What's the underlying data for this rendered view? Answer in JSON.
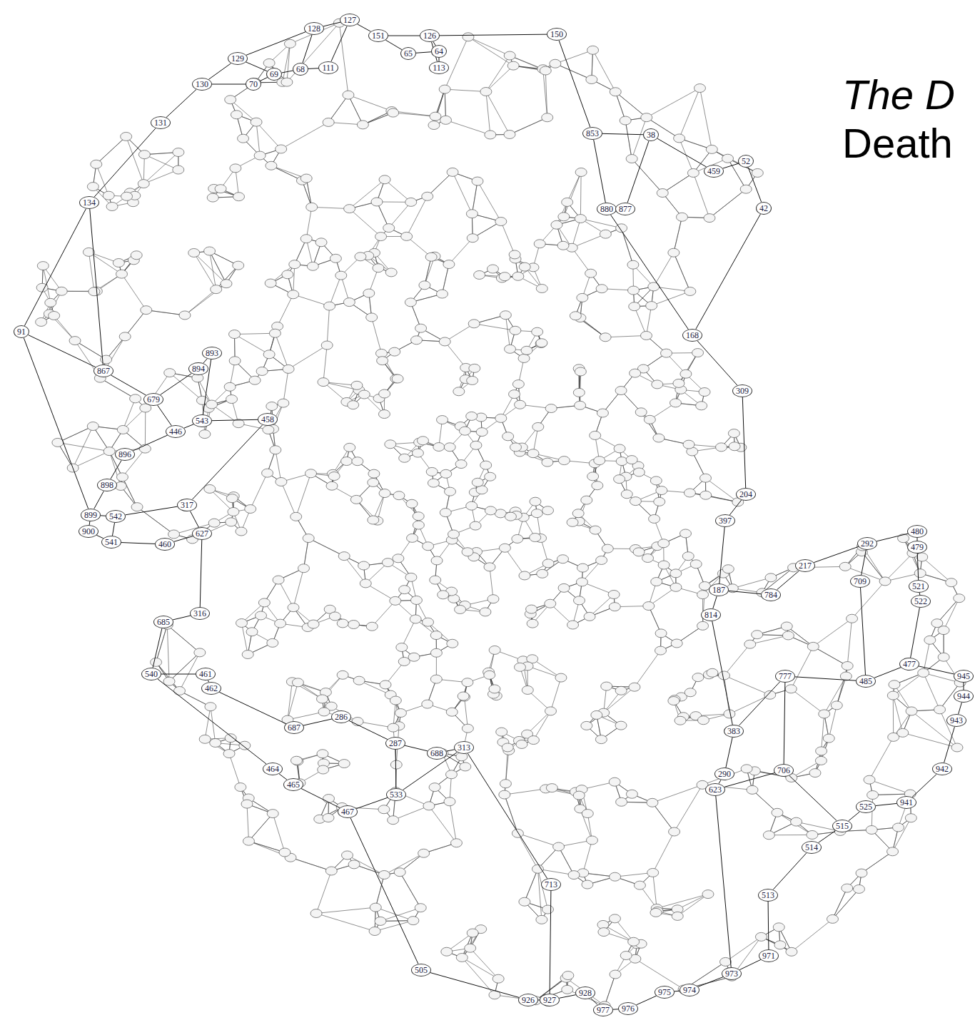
{
  "diagram": {
    "nodes": [
      {
        "text": [
          "127"
        ]
      },
      {
        "text": [
          "128"
        ]
      },
      {
        "text": [
          "151"
        ]
      },
      {
        "text": [
          "126"
        ]
      },
      {
        "text": [
          "150"
        ]
      },
      {
        "text": [
          "129"
        ]
      },
      {
        "text": [
          "69"
        ]
      },
      {
        "text": [
          "68"
        ]
      },
      {
        "text": [
          "111"
        ]
      },
      {
        "text": [
          "65"
        ]
      },
      {
        "text": [
          "64"
        ]
      },
      {
        "text": [
          "113"
        ]
      },
      {
        "text": [
          "130"
        ]
      },
      {
        "text": [
          "70"
        ]
      },
      {
        "text": [
          "131"
        ]
      },
      {
        "text": [
          "134"
        ]
      },
      {
        "text": [
          "91"
        ]
      },
      {
        "text": [
          "867"
        ]
      },
      {
        "text": [
          "893"
        ]
      },
      {
        "text": [
          "894"
        ]
      },
      {
        "text": [
          "679"
        ]
      },
      {
        "text": [
          "446"
        ]
      },
      {
        "text": [
          "543"
        ]
      },
      {
        "text": [
          "458"
        ]
      },
      {
        "text": [
          "896"
        ]
      },
      {
        "text": [
          "898"
        ]
      },
      {
        "text": [
          "899"
        ]
      },
      {
        "text": [
          "900"
        ]
      },
      {
        "text": [
          "542"
        ]
      },
      {
        "text": [
          "541"
        ]
      },
      {
        "text": [
          "460"
        ]
      },
      {
        "text": [
          "317"
        ]
      },
      {
        "text": [
          "627"
        ]
      },
      {
        "text": [
          "685"
        ]
      },
      {
        "text": [
          "316"
        ]
      },
      {
        "text": [
          "540"
        ]
      },
      {
        "text": [
          "461"
        ]
      },
      {
        "text": [
          "462"
        ]
      },
      {
        "text": [
          "687"
        ]
      },
      {
        "text": [
          "286"
        ]
      },
      {
        "text": [
          "287"
        ]
      },
      {
        "text": [
          "688"
        ]
      },
      {
        "text": [
          "313"
        ]
      },
      {
        "text": [
          "464"
        ]
      },
      {
        "text": [
          "465"
        ]
      },
      {
        "text": [
          "467"
        ]
      },
      {
        "text": [
          "533"
        ]
      },
      {
        "text": [
          "713"
        ]
      },
      {
        "text": [
          "505"
        ]
      },
      {
        "text": [
          "926"
        ]
      },
      {
        "text": [
          "927"
        ]
      },
      {
        "text": [
          "928"
        ]
      },
      {
        "text": [
          "977"
        ]
      },
      {
        "text": [
          "976"
        ]
      },
      {
        "text": [
          "975"
        ]
      },
      {
        "text": [
          "974"
        ]
      },
      {
        "text": [
          "973"
        ]
      },
      {
        "text": [
          "971"
        ]
      },
      {
        "text": [
          "513"
        ]
      },
      {
        "text": [
          "514"
        ]
      },
      {
        "text": [
          "515"
        ]
      },
      {
        "text": [
          "525"
        ]
      },
      {
        "text": [
          "941"
        ]
      },
      {
        "text": [
          "942"
        ]
      },
      {
        "text": [
          "943"
        ]
      },
      {
        "text": [
          "944"
        ]
      },
      {
        "text": [
          "945"
        ]
      },
      {
        "text": [
          "477"
        ]
      },
      {
        "text": [
          "485"
        ]
      },
      {
        "text": [
          "777"
        ]
      },
      {
        "text": [
          "706"
        ]
      },
      {
        "text": [
          "623"
        ]
      },
      {
        "text": [
          "290"
        ]
      },
      {
        "text": [
          "383"
        ]
      },
      {
        "text": [
          "814"
        ]
      },
      {
        "text": [
          "187"
        ]
      },
      {
        "text": [
          "784"
        ]
      },
      {
        "text": [
          "217"
        ]
      },
      {
        "text": [
          "292"
        ]
      },
      {
        "text": [
          "480"
        ]
      },
      {
        "text": [
          "479"
        ]
      },
      {
        "text": [
          "709"
        ]
      },
      {
        "text": [
          "521"
        ]
      },
      {
        "text": [
          "522"
        ]
      },
      {
        "text": [
          "397"
        ]
      },
      {
        "text": [
          "204"
        ]
      },
      {
        "text": [
          "309"
        ]
      },
      {
        "text": [
          "168"
        ]
      },
      {
        "text": [
          "880"
        ]
      },
      {
        "text": [
          "877"
        ]
      },
      {
        "text": [
          "853"
        ]
      },
      {
        "text": [
          "38"
        ]
      },
      {
        "text": [
          "459"
        ]
      },
      {
        "text": [
          "52"
        ]
      },
      {
        "text": [
          "42"
        ]
      }
    ],
    "edges": [
      {
        "from": 0,
        "to": 1,
        "arrow": "none"
      },
      {
        "from": 0,
        "to": 2,
        "arrow": "none"
      },
      {
        "from": 1,
        "to": 5,
        "arrow": "none"
      },
      {
        "from": 1,
        "to": 7,
        "arrow": "none"
      },
      {
        "from": 2,
        "to": 3,
        "arrow": "none"
      },
      {
        "from": 2,
        "to": 9,
        "arrow": "none"
      },
      {
        "from": 3,
        "to": 10,
        "arrow": "none"
      },
      {
        "from": 3,
        "to": 11,
        "arrow": "none"
      },
      {
        "from": 4,
        "to": 3,
        "arrow": "none"
      },
      {
        "from": 4,
        "to": 90,
        "arrow": "none"
      },
      {
        "from": 5,
        "to": 12,
        "arrow": "none"
      },
      {
        "from": 5,
        "to": 6,
        "arrow": "none"
      },
      {
        "from": 6,
        "to": 7,
        "arrow": "none"
      },
      {
        "from": 7,
        "to": 8,
        "arrow": "none"
      },
      {
        "from": 8,
        "to": 0,
        "arrow": "none"
      },
      {
        "from": 9,
        "to": 10,
        "arrow": "none"
      },
      {
        "from": 10,
        "to": 11,
        "arrow": "none"
      },
      {
        "from": 12,
        "to": 13,
        "arrow": "none"
      },
      {
        "from": 12,
        "to": 14,
        "arrow": "none"
      },
      {
        "from": 13,
        "to": 6,
        "arrow": "none"
      },
      {
        "from": 14,
        "to": 15,
        "arrow": "none"
      },
      {
        "from": 15,
        "to": 16,
        "arrow": "none"
      },
      {
        "from": 15,
        "to": 17,
        "arrow": "none"
      },
      {
        "from": 16,
        "to": 17,
        "arrow": "none"
      },
      {
        "from": 16,
        "to": 26,
        "arrow": "none"
      },
      {
        "from": 17,
        "to": 20,
        "arrow": "none"
      },
      {
        "from": 18,
        "to": 19,
        "arrow": "none"
      },
      {
        "from": 18,
        "to": 22,
        "arrow": "none"
      },
      {
        "from": 19,
        "to": 20,
        "arrow": "none"
      },
      {
        "from": 20,
        "to": 21,
        "arrow": "none"
      },
      {
        "from": 21,
        "to": 22,
        "arrow": "none"
      },
      {
        "from": 22,
        "to": 23,
        "arrow": "none"
      },
      {
        "from": 21,
        "to": 24,
        "arrow": "none"
      },
      {
        "from": 24,
        "to": 25,
        "arrow": "none"
      },
      {
        "from": 25,
        "to": 26,
        "arrow": "none"
      },
      {
        "from": 26,
        "to": 27,
        "arrow": "none"
      },
      {
        "from": 27,
        "to": 29,
        "arrow": "none"
      },
      {
        "from": 28,
        "to": 29,
        "arrow": "none"
      },
      {
        "from": 28,
        "to": 26,
        "arrow": "none"
      },
      {
        "from": 29,
        "to": 30,
        "arrow": "none"
      },
      {
        "from": 30,
        "to": 32,
        "arrow": "none"
      },
      {
        "from": 31,
        "to": 32,
        "arrow": "none"
      },
      {
        "from": 31,
        "to": 28,
        "arrow": "none"
      },
      {
        "from": 23,
        "to": 31,
        "arrow": "none"
      },
      {
        "from": 32,
        "to": 34,
        "arrow": "none"
      },
      {
        "from": 33,
        "to": 34,
        "arrow": "none"
      },
      {
        "from": 33,
        "to": 35,
        "arrow": "none"
      },
      {
        "from": 35,
        "to": 36,
        "arrow": "none"
      },
      {
        "from": 36,
        "to": 37,
        "arrow": "none"
      },
      {
        "from": 37,
        "to": 38,
        "arrow": "none"
      },
      {
        "from": 38,
        "to": 39,
        "arrow": "none"
      },
      {
        "from": 39,
        "to": 40,
        "arrow": "none"
      },
      {
        "from": 40,
        "to": 41,
        "arrow": "none"
      },
      {
        "from": 41,
        "to": 42,
        "arrow": "none"
      },
      {
        "from": 43,
        "to": 44,
        "arrow": "none"
      },
      {
        "from": 44,
        "to": 45,
        "arrow": "none"
      },
      {
        "from": 45,
        "to": 46,
        "arrow": "none"
      },
      {
        "from": 46,
        "to": 40,
        "arrow": "none"
      },
      {
        "from": 35,
        "to": 43,
        "arrow": "none"
      },
      {
        "from": 46,
        "to": 42,
        "arrow": "none"
      },
      {
        "from": 45,
        "to": 48,
        "arrow": "none"
      },
      {
        "from": 48,
        "to": 49,
        "arrow": "none"
      },
      {
        "from": 49,
        "to": 50,
        "arrow": "none"
      },
      {
        "from": 50,
        "to": 51,
        "arrow": "none"
      },
      {
        "from": 51,
        "to": 52,
        "arrow": "none"
      },
      {
        "from": 52,
        "to": 53,
        "arrow": "none"
      },
      {
        "from": 53,
        "to": 54,
        "arrow": "none"
      },
      {
        "from": 54,
        "to": 55,
        "arrow": "none"
      },
      {
        "from": 55,
        "to": 56,
        "arrow": "none"
      },
      {
        "from": 56,
        "to": 57,
        "arrow": "none"
      },
      {
        "from": 57,
        "to": 58,
        "arrow": "none"
      },
      {
        "from": 58,
        "to": 59,
        "arrow": "none"
      },
      {
        "from": 59,
        "to": 60,
        "arrow": "none"
      },
      {
        "from": 60,
        "to": 61,
        "arrow": "none"
      },
      {
        "from": 61,
        "to": 62,
        "arrow": "none"
      },
      {
        "from": 62,
        "to": 63,
        "arrow": "none"
      },
      {
        "from": 63,
        "to": 64,
        "arrow": "none"
      },
      {
        "from": 64,
        "to": 65,
        "arrow": "none"
      },
      {
        "from": 65,
        "to": 66,
        "arrow": "none"
      },
      {
        "from": 66,
        "to": 67,
        "arrow": "none"
      },
      {
        "from": 67,
        "to": 68,
        "arrow": "none"
      },
      {
        "from": 68,
        "to": 69,
        "arrow": "none"
      },
      {
        "from": 69,
        "to": 73,
        "arrow": "none"
      },
      {
        "from": 73,
        "to": 72,
        "arrow": "none"
      },
      {
        "from": 72,
        "to": 71,
        "arrow": "none"
      },
      {
        "from": 71,
        "to": 70,
        "arrow": "none"
      },
      {
        "from": 70,
        "to": 69,
        "arrow": "none"
      },
      {
        "from": 70,
        "to": 60,
        "arrow": "none"
      },
      {
        "from": 74,
        "to": 75,
        "arrow": "none"
      },
      {
        "from": 75,
        "to": 76,
        "arrow": "none"
      },
      {
        "from": 76,
        "to": 77,
        "arrow": "none"
      },
      {
        "from": 77,
        "to": 78,
        "arrow": "none"
      },
      {
        "from": 78,
        "to": 79,
        "arrow": "none"
      },
      {
        "from": 79,
        "to": 80,
        "arrow": "none"
      },
      {
        "from": 80,
        "to": 82,
        "arrow": "none"
      },
      {
        "from": 82,
        "to": 83,
        "arrow": "none"
      },
      {
        "from": 83,
        "to": 67,
        "arrow": "none"
      },
      {
        "from": 81,
        "to": 78,
        "arrow": "none"
      },
      {
        "from": 81,
        "to": 68,
        "arrow": "none"
      },
      {
        "from": 74,
        "to": 73,
        "arrow": "none"
      },
      {
        "from": 84,
        "to": 85,
        "arrow": "none"
      },
      {
        "from": 85,
        "to": 86,
        "arrow": "none"
      },
      {
        "from": 86,
        "to": 87,
        "arrow": "none"
      },
      {
        "from": 84,
        "to": 75,
        "arrow": "none"
      },
      {
        "from": 87,
        "to": 88,
        "arrow": "none"
      },
      {
        "from": 88,
        "to": 89,
        "arrow": "none"
      },
      {
        "from": 89,
        "to": 91,
        "arrow": "none"
      },
      {
        "from": 90,
        "to": 91,
        "arrow": "none"
      },
      {
        "from": 91,
        "to": 92,
        "arrow": "none"
      },
      {
        "from": 92,
        "to": 93,
        "arrow": "none"
      },
      {
        "from": 93,
        "to": 94,
        "arrow": "none"
      },
      {
        "from": 94,
        "to": 87,
        "arrow": "none"
      },
      {
        "from": 47,
        "to": 50,
        "arrow": "none"
      },
      {
        "from": 47,
        "to": 42,
        "arrow": "none"
      },
      {
        "from": 71,
        "to": 56,
        "arrow": "none"
      },
      {
        "from": 90,
        "to": 88,
        "arrow": "none"
      }
    ],
    "labels": [
      "The D",
      "Death"
    ]
  }
}
